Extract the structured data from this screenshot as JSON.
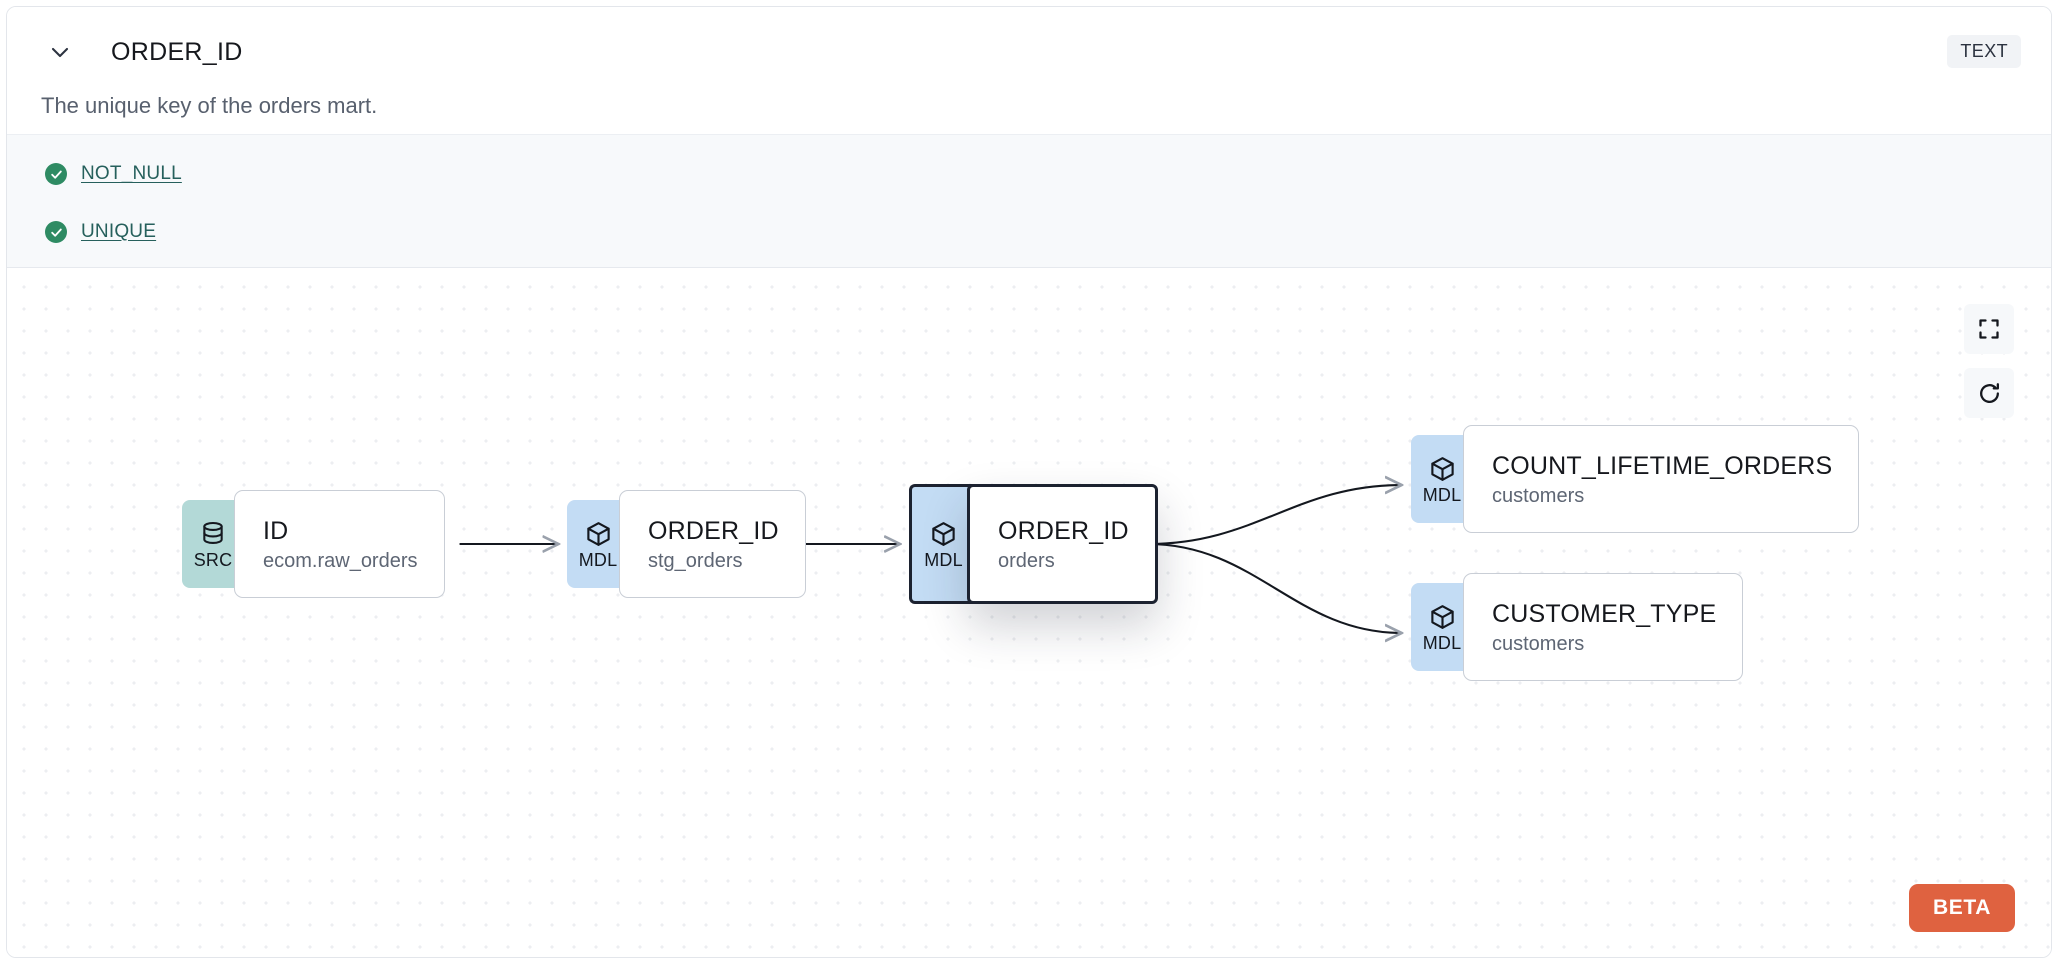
{
  "header": {
    "chevron_icon": "chevron-down-icon",
    "column_name": "ORDER_ID",
    "type_badge": "TEXT",
    "description": "The unique key of the orders mart."
  },
  "tests": [
    {
      "icon": "check-circle-icon",
      "label": "NOT_NULL",
      "status": "pass"
    },
    {
      "icon": "check-circle-icon",
      "label": "UNIQUE",
      "status": "pass"
    }
  ],
  "lineage": {
    "nodes": [
      {
        "id": "src",
        "kind": "SRC",
        "kind_icon": "database-icon",
        "name": "ID",
        "sub": "ecom.raw_orders",
        "selected": false
      },
      {
        "id": "stg",
        "kind": "MDL",
        "kind_icon": "cube-icon",
        "name": "ORDER_ID",
        "sub": "stg_orders",
        "selected": false
      },
      {
        "id": "orders",
        "kind": "MDL",
        "kind_icon": "cube-icon",
        "name": "ORDER_ID",
        "sub": "orders",
        "selected": true
      },
      {
        "id": "count",
        "kind": "MDL",
        "kind_icon": "cube-icon",
        "name": "COUNT_LIFETIME_ORDERS",
        "sub": "customers",
        "selected": false
      },
      {
        "id": "custtype",
        "kind": "MDL",
        "kind_icon": "cube-icon",
        "name": "CUSTOMER_TYPE",
        "sub": "customers",
        "selected": false
      }
    ],
    "edges": [
      {
        "from": "src",
        "to": "stg"
      },
      {
        "from": "stg",
        "to": "orders"
      },
      {
        "from": "orders",
        "to": "count"
      },
      {
        "from": "orders",
        "to": "custtype"
      }
    ]
  },
  "controls": [
    {
      "id": "fit-view",
      "icon": "fit-view-icon"
    },
    {
      "id": "reset",
      "icon": "refresh-icon"
    }
  ],
  "footer": {
    "beta_label": "BETA"
  },
  "colors": {
    "src_badge": "#b3d9d7",
    "mdl_badge": "#c3dcf4",
    "test_pass": "#2e8b63",
    "test_link": "#26605c",
    "beta": "#df6240",
    "selected_border": "#1c2230"
  }
}
